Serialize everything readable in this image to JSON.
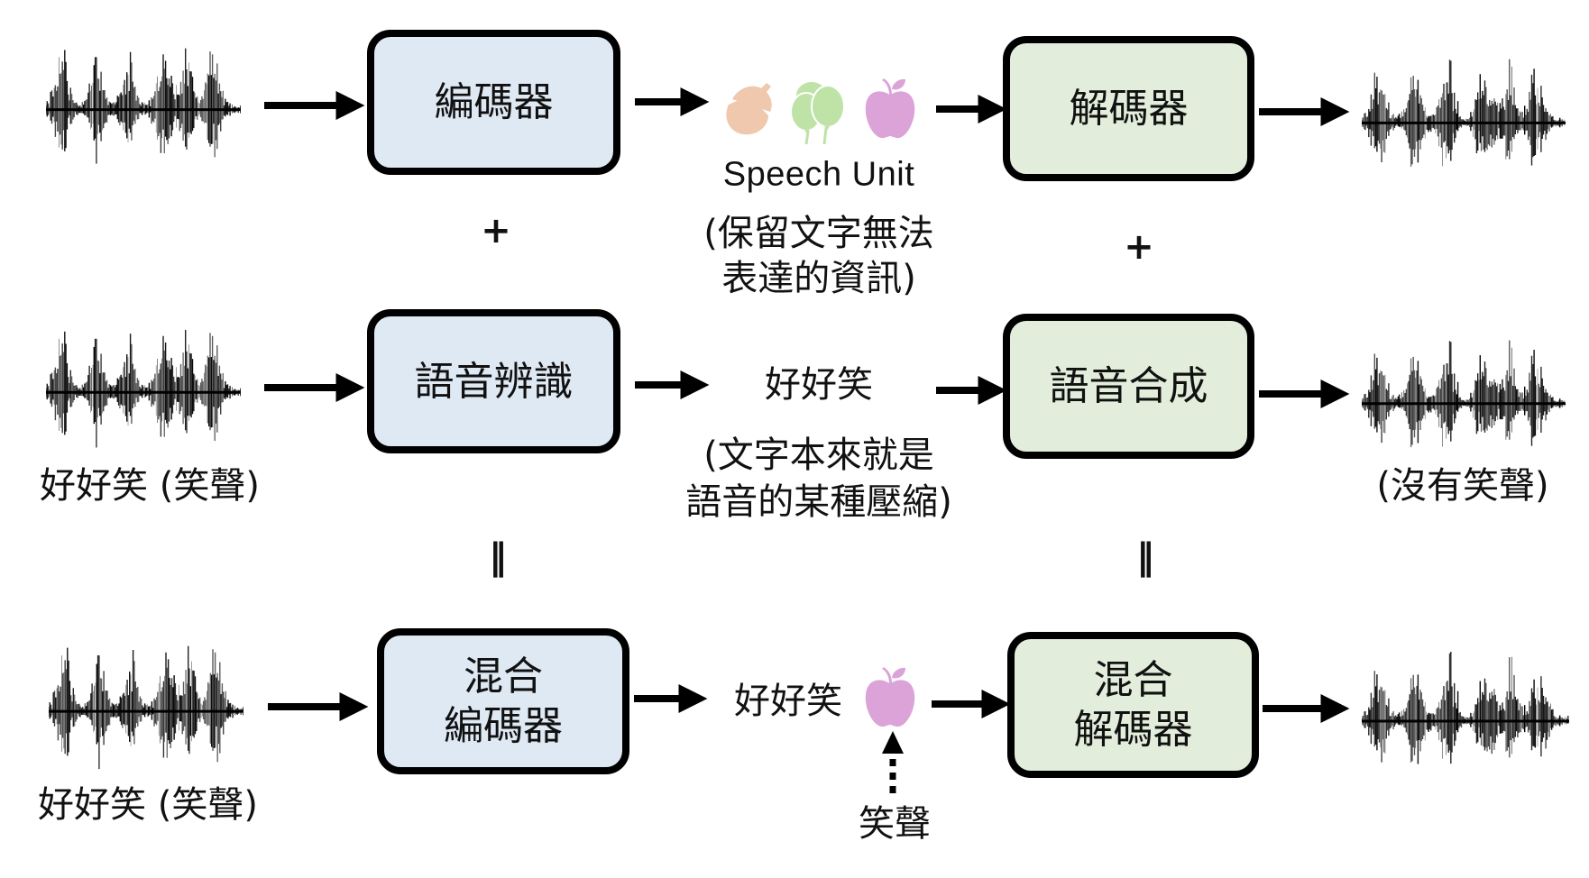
{
  "row1": {
    "encoder_label": "編碼器",
    "decoder_label": "解碼器",
    "unit_icons": [
      "acorn-icon",
      "balloons-icon",
      "apple-icon"
    ],
    "unit_title": "Speech Unit",
    "unit_note_line1": "(保留文字無法",
    "unit_note_line2": "表達的資訊)"
  },
  "row2": {
    "input_caption": "好好笑 (笑聲)",
    "encoder_label": "語音辨識",
    "text_token": "好好笑",
    "text_note_line1": "(文字本來就是",
    "text_note_line2": "語音的某種壓縮)",
    "decoder_label": "語音合成",
    "output_caption": "(沒有笑聲)"
  },
  "row3": {
    "input_caption": "好好笑 (笑聲)",
    "encoder_label_line1": "混合",
    "encoder_label_line2": "編碼器",
    "text_token": "好好笑",
    "unit_icon": "apple-icon",
    "side_input": "笑聲",
    "decoder_label_line1": "混合",
    "decoder_label_line2": "解碼器"
  },
  "operators": {
    "plus": "+",
    "equals": "‖"
  },
  "colors": {
    "encoder_fill": "#dfe9f4",
    "decoder_fill": "#e2eedb",
    "acorn": "#efc8ad",
    "balloons": "#bfe3a6",
    "apple": "#dba3d8"
  }
}
